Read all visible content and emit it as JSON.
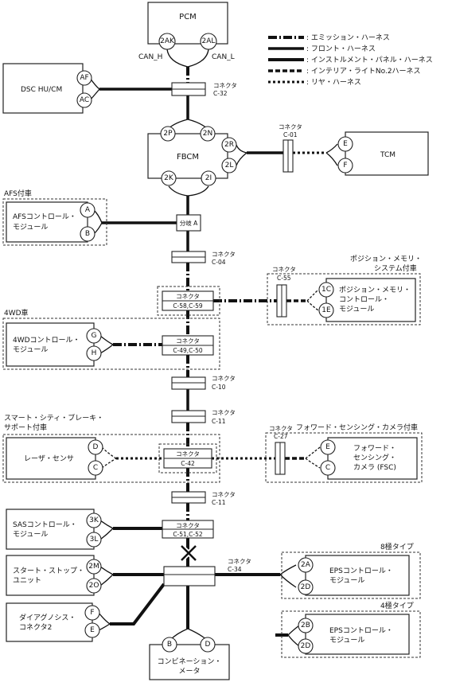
{
  "legend": [
    {
      "label": ": エミッション・ハーネス"
    },
    {
      "label": ": フロント・ハーネス"
    },
    {
      "label": ": インストルメント・パネル・ハーネス"
    },
    {
      "label": ": インテリア・ライトNo.2ハーネス"
    },
    {
      "label": ": リヤ・ハーネス"
    }
  ],
  "modules": {
    "pcm": {
      "name": "PCM",
      "pins": [
        "2AK",
        "2AL"
      ],
      "can_h": "CAN_H",
      "can_l": "CAN_L"
    },
    "dsc": {
      "name": "DSC HU/CM",
      "pins": [
        "AF",
        "AC"
      ]
    },
    "fbcm": {
      "name": "FBCM",
      "pins": [
        "2P",
        "2N",
        "2R",
        "2L",
        "2K",
        "2I"
      ]
    },
    "tcm": {
      "name": "TCM",
      "pins": [
        "E",
        "F"
      ]
    },
    "afs": {
      "group": "AFS付車",
      "name": "AFSコントロール・モジュール",
      "line1": "AFSコントロール・",
      "line2": "モジュール",
      "pins": [
        "A",
        "B"
      ]
    },
    "position": {
      "group1": "ポジション・メモリ・",
      "group2": "システム付車",
      "line1": "ポジション・メモリ・",
      "line2": "コントロール・",
      "line3": "モジュール",
      "pins": [
        "1C",
        "1E"
      ]
    },
    "fwd4": {
      "group": "4WD車",
      "line1": "4WDコントロール・",
      "line2": "モジュール",
      "pins": [
        "G",
        "H"
      ]
    },
    "smart": {
      "group1": "スマート・シティ・ブレーキ・",
      "group2": "サポート付車",
      "name": "レーザ・センサ",
      "pins": [
        "D",
        "C"
      ]
    },
    "camera": {
      "group": "フォワード・センシング・カメラ付車",
      "line1": "フォワード・",
      "line2": "センシング・",
      "line3": "カメラ (FSC)",
      "pins": [
        "E",
        "C"
      ]
    },
    "sas": {
      "line1": "SASコントロール・",
      "line2": "モジュール",
      "pins": [
        "3K",
        "3L"
      ]
    },
    "startstop": {
      "line1": "スタート・ストップ・",
      "line2": "ユニット",
      "pins": [
        "2M",
        "2O"
      ]
    },
    "diag": {
      "line1": "ダイアグノシス・",
      "line2": "コネクタ2",
      "pins": [
        "F",
        "E"
      ]
    },
    "combi": {
      "line1": "コンビネーション・",
      "line2": "メータ",
      "pins": [
        "B",
        "D"
      ]
    },
    "eps8": {
      "group": "8極タイプ",
      "line1": "EPSコントロール・",
      "line2": "モジュール",
      "pins": [
        "2A",
        "2D"
      ]
    },
    "eps4": {
      "group": "4極タイプ",
      "line1": "EPSコントロール・",
      "line2": "モジュール",
      "pins": [
        "2B",
        "2D"
      ]
    }
  },
  "connectors": {
    "label": "コネクタ",
    "c32": "C-32",
    "c01": "C-01",
    "branch": "分岐 A",
    "c04": "C-04",
    "c55": "C-55",
    "c58": "C-58,C-59",
    "c49": "C-49,C-50",
    "c10": "C-10",
    "c11a": "C-11",
    "c27": "C-27",
    "c42": "C-42",
    "c11b": "C-11",
    "c51": "C-51,C-52",
    "c34": "C-34"
  }
}
